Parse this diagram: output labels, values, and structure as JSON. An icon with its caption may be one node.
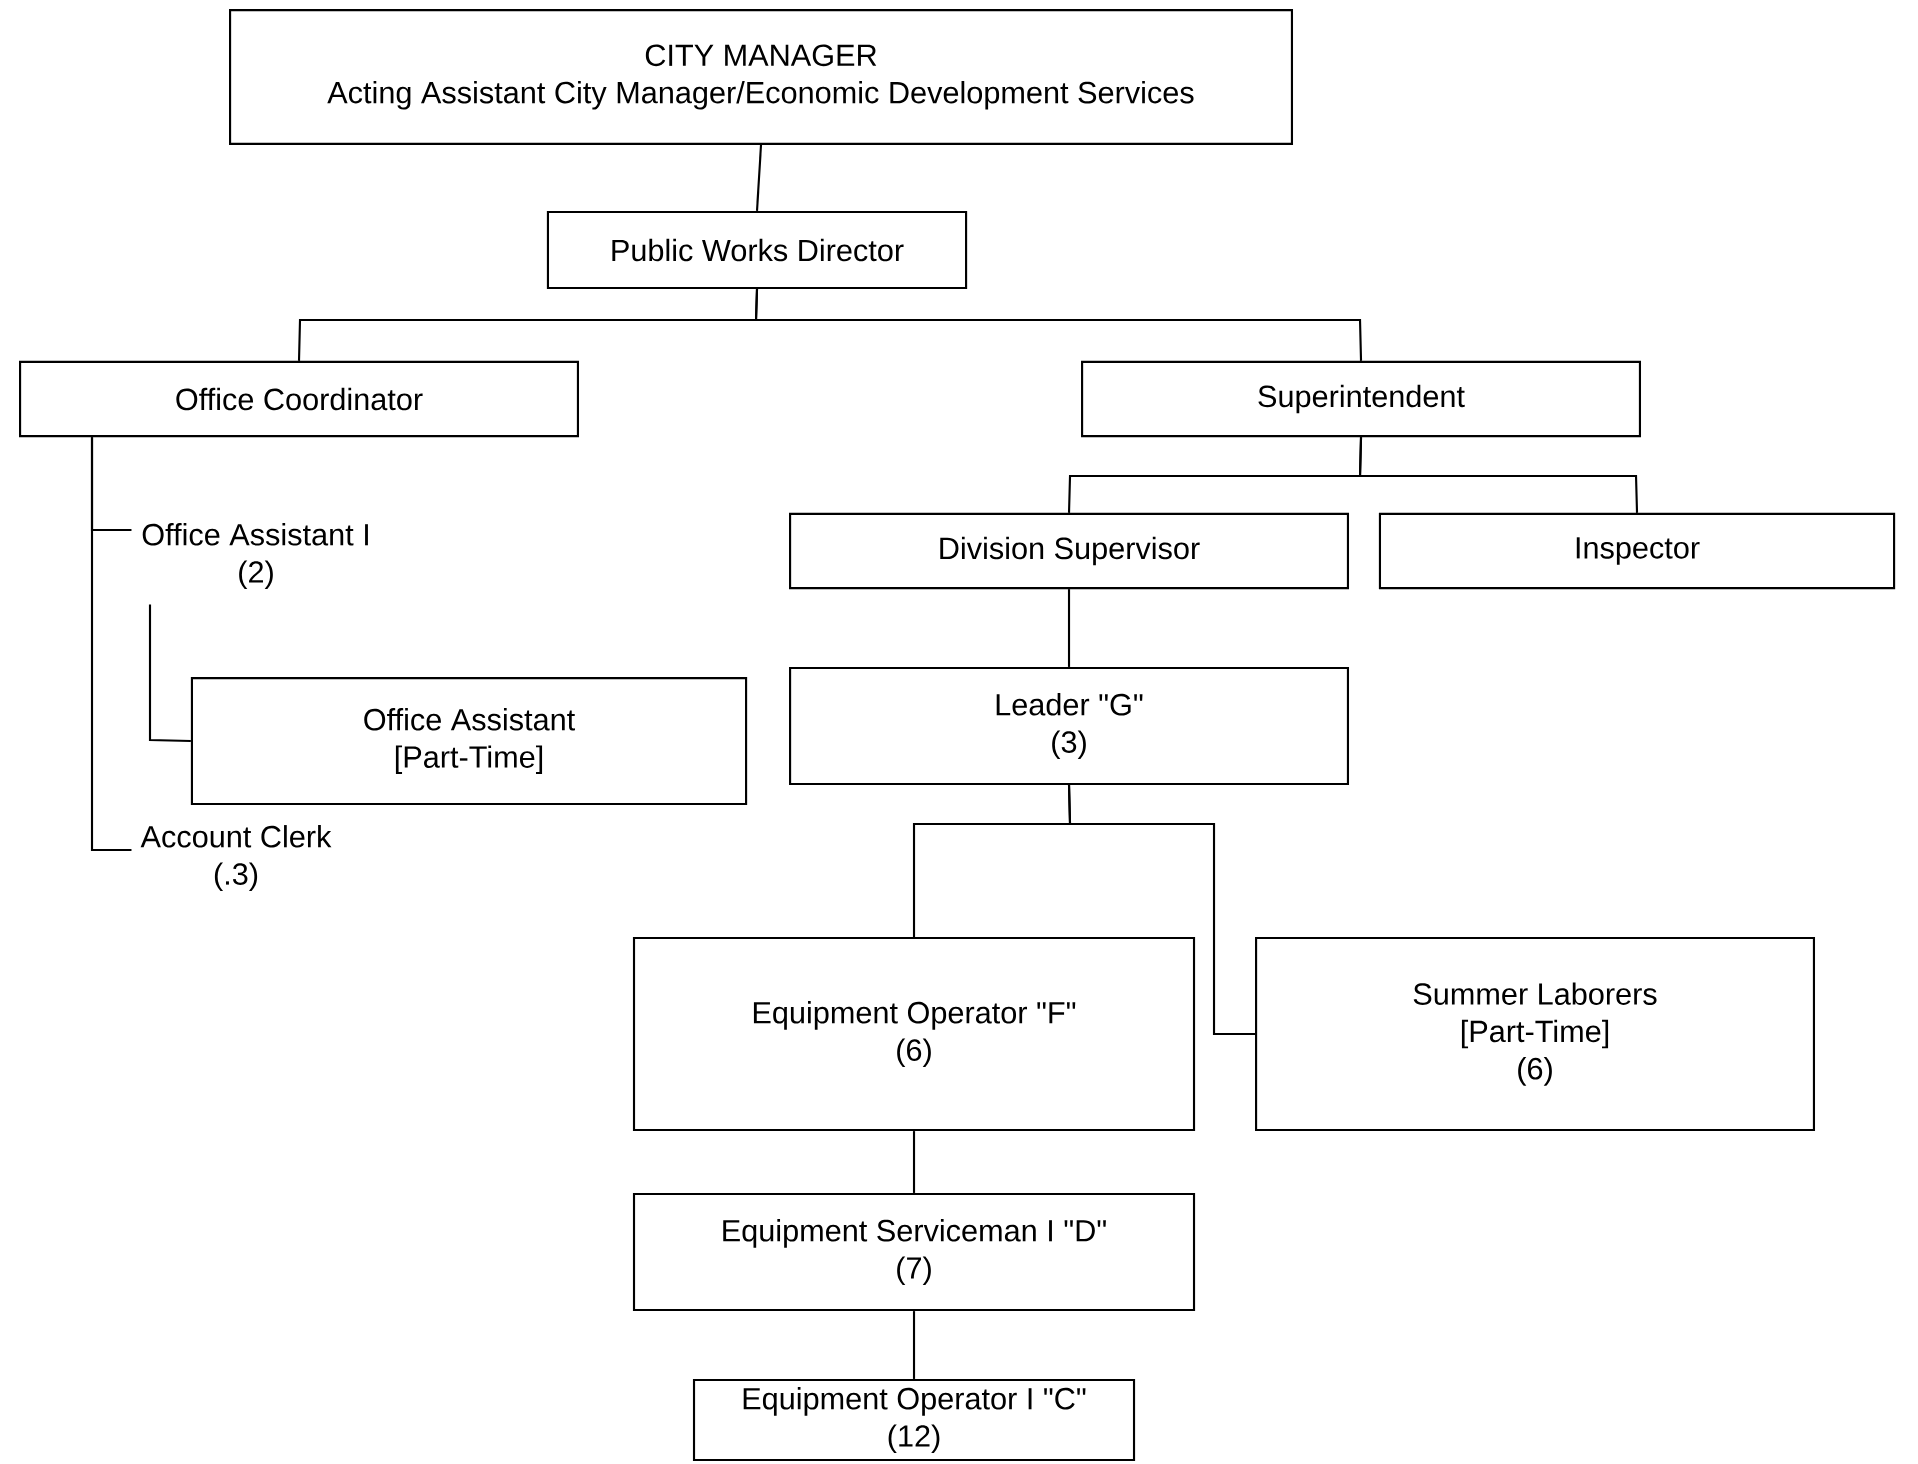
{
  "diagram": {
    "nodes": [
      {
        "text": [
          "CITY MANAGER",
          "Acting Assistant City Manager/Economic Development Services"
        ]
      },
      {
        "text": [
          "Public Works Director"
        ]
      },
      {
        "text": [
          "Office Coordinator"
        ]
      },
      {
        "text": [
          "Superintendent"
        ]
      },
      {
        "text": [
          "Office Assistant I",
          "(2)"
        ]
      },
      {
        "text": [
          "Office Assistant",
          "[Part-Time]"
        ]
      },
      {
        "text": [
          "Account Clerk",
          "(.3)"
        ]
      },
      {
        "text": [
          "Division Supervisor"
        ]
      },
      {
        "text": [
          "Inspector"
        ]
      },
      {
        "text": [
          "Leader \"G\"",
          "(3)"
        ]
      },
      {
        "text": [
          "Equipment Operator \"F\"",
          "(6)"
        ]
      },
      {
        "text": [
          "Summer Laborers",
          "[Part-Time]",
          "(6)"
        ]
      },
      {
        "text": [
          "Equipment Serviceman I \"D\"",
          "(7)"
        ]
      },
      {
        "text": [
          "Equipment Operator I \"C\"",
          "(12)"
        ]
      }
    ],
    "edges": [
      {
        "from": 0,
        "to": 1,
        "arrow": "none"
      },
      {
        "from": 1,
        "to": 2,
        "arrow": "none"
      },
      {
        "from": 1,
        "to": 3,
        "arrow": "none"
      },
      {
        "from": 2,
        "to": 4,
        "arrow": "none"
      },
      {
        "from": 4,
        "to": 5,
        "arrow": "none"
      },
      {
        "from": 2,
        "to": 6,
        "arrow": "none"
      },
      {
        "from": 3,
        "to": 7,
        "arrow": "none"
      },
      {
        "from": 3,
        "to": 8,
        "arrow": "none"
      },
      {
        "from": 7,
        "to": 9,
        "arrow": "none"
      },
      {
        "from": 9,
        "to": 10,
        "arrow": "none"
      },
      {
        "from": 9,
        "to": 11,
        "arrow": "none"
      },
      {
        "from": 10,
        "to": 12,
        "arrow": "none"
      },
      {
        "from": 12,
        "to": 13,
        "arrow": "none"
      }
    ]
  }
}
